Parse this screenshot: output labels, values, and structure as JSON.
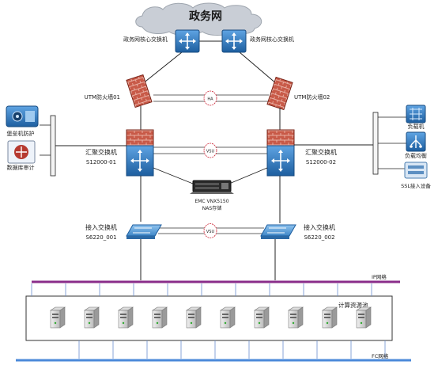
{
  "cloud": {
    "label": "政务网"
  },
  "core_switches": {
    "left": "政务网核心交换机",
    "right": "政务网核心交换机"
  },
  "firewalls": {
    "left": "UTM防火墙01",
    "right": "UTM防火墙02"
  },
  "links": {
    "ha": "HA",
    "vsu_aggregation": "VSU",
    "vsu_access": "VSU"
  },
  "aggregation": {
    "left_title": "汇聚交换机",
    "left_model": "S12000-01",
    "right_title": "汇聚交换机",
    "right_model": "S12000-02"
  },
  "storage": {
    "line1": "EMC VNX5150",
    "line2": "NAS存储"
  },
  "access": {
    "left_title": "接入交换机",
    "left_model": "S6220_001",
    "right_title": "接入交换机",
    "right_model": "S6220_002"
  },
  "left_devices": {
    "top": "堡垒机防护",
    "bottom": "数据库审计"
  },
  "right_devices": {
    "top": "负载机",
    "middle": "负载均衡",
    "bottom": "SSL接入设备"
  },
  "networks": {
    "ip": "IP网络",
    "fc": "FC网络"
  },
  "compute_pool": {
    "label": "计算资源池"
  },
  "colors": {
    "bus": "#8a2d8a",
    "switch_blue": "#2a6fb5",
    "firewall_red": "#c24a3a",
    "cloud": "#c9ced6"
  }
}
